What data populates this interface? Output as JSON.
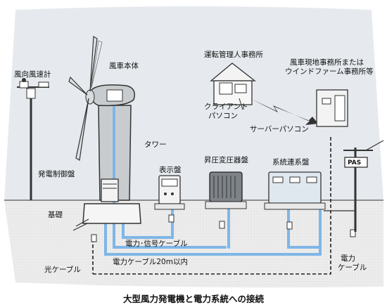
{
  "labels": {
    "anemometer": "風向風速計",
    "nacelle": "風車本体",
    "tower": "タワー",
    "control_panel": "発電制御盤",
    "foundation": "基礎",
    "display_panel": "表示盤",
    "transformer": "昇圧変圧器盤",
    "grid_panel": "系統連系盤",
    "operator_office": "運転管理人事務所",
    "client_pc_line1": "クライアント",
    "client_pc_line2": "パソコン",
    "site_office_line1": "風車現地事務所または",
    "site_office_line2": "ウインドファーム事務所等",
    "server_pc": "サーバーパソコン",
    "power_signal_cable": "電力･信号ケーブル",
    "power_cable_20m": "電力ケーブル20m以内",
    "optical_cable": "光ケーブル",
    "power_cable_line1": "電力",
    "power_cable_line2": "ケーブル",
    "pas": "PAS"
  },
  "caption": "大型風力発電機と電力系統への接続",
  "colors": {
    "sky": "#e4e9ec",
    "ground": "#ebebeb",
    "blue_cable": "#7fb6e6",
    "dark": "#1a1a1a",
    "tower": "#c9cccf"
  }
}
